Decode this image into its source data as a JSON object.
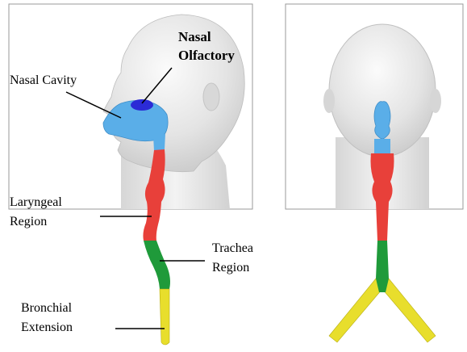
{
  "labels": {
    "nasal_olfactory_line1": "Nasal",
    "nasal_olfactory_line2": "Olfactory",
    "nasal_cavity": "Nasal Cavity",
    "laryngeal_line1": "Laryngeal",
    "laryngeal_line2": "Region",
    "trachea_line1": "Trachea",
    "trachea_line2": "Region",
    "bronchial_line1": "Bronchial",
    "bronchial_line2": "Extension"
  },
  "colors": {
    "olfactory": "#2b2bd6",
    "nasal_cavity": "#5aaee8",
    "laryngeal": "#e8403a",
    "trachea": "#1f9a3a",
    "bronchial": "#e8de2c",
    "head": "#e6e6e6"
  }
}
